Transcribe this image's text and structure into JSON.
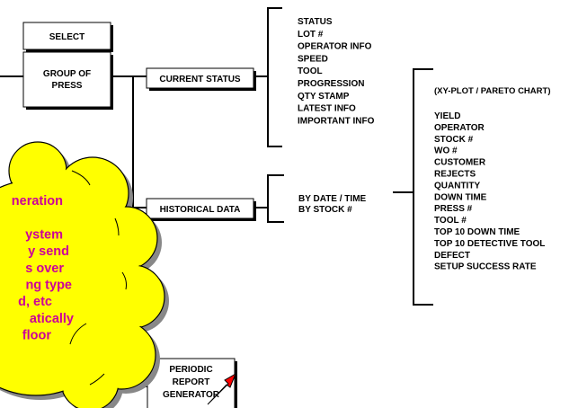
{
  "select": {
    "label": "SELECT"
  },
  "group": {
    "line1": "GROUP OF",
    "line2": "PRESS"
  },
  "current_status": {
    "label": "CURRENT STATUS"
  },
  "historical_data": {
    "label": "HISTORICAL DATA"
  },
  "status_items": [
    "STATUS",
    "LOT #",
    "OPERATOR INFO",
    "SPEED",
    "TOOL",
    "PROGRESSION",
    "QTY STAMP",
    "LATEST INFO",
    "IMPORTANT INFO"
  ],
  "hist_items": [
    "BY DATE / TIME",
    "BY STOCK #"
  ],
  "chart_items": {
    "header": "(XY-PLOT / PARETO CHART)",
    "list": [
      "YIELD",
      "OPERATOR",
      "STOCK #",
      "WO #",
      "CUSTOMER",
      "REJECTS",
      "QUANTITY",
      "DOWN TIME",
      "PRESS #",
      "TOOL #",
      "TOP 10 DOWN TIME",
      "TOP 10 DETECTIVE TOOL",
      "DEFECT",
      "SETUP SUCCESS RATE"
    ]
  },
  "periodic": {
    "line1": "PERIODIC",
    "line2": "REPORT",
    "line3": "GENERATOR"
  },
  "cloud": {
    "lines": [
      "neration",
      "",
      "ystem",
      "y send",
      "s over",
      "ng type",
      "d, etc",
      "atically",
      "floor"
    ],
    "fill": "#ffff00",
    "text_color": "#cc0099"
  },
  "arrow": {
    "color": "#ff0000"
  }
}
